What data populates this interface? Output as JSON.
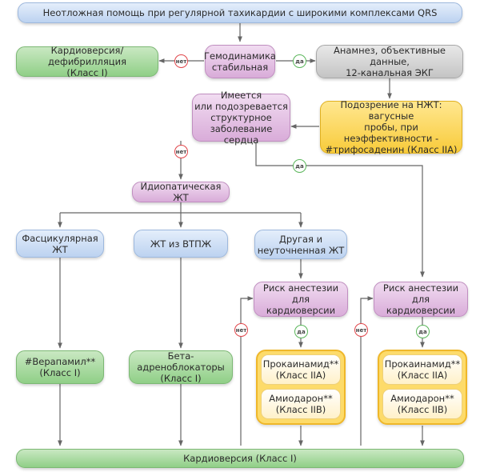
{
  "nodes": {
    "title": "Неотложная помощь при регулярной тахикардии с широкими комплексами QRS",
    "cardioversion_top": "Кардиоверсия/дефибрилляция\n(Класс I)",
    "hemodynamics": "Гемодинамика\nстабильная",
    "anamnesis": "Анамнез, объективные данные,\n12-канальная ЭКГ",
    "heart_disease": "Имеется\nили подозревается\nструктурное\nзаболевание сердца",
    "svt_suspicion": "Подозрение на НЖТ: вагусные\nпробы, при неэффективности -\n#трифосаденин (Класс IIA)",
    "idiopathic_vt": "Идиопатическая ЖТ",
    "fascicular_vt": "Фасцикулярная ЖТ",
    "rvot_vt": "ЖТ из ВТПЖ",
    "other_vt": "Другая и\nнеуточненная ЖТ",
    "anesthesia_risk_1": "Риск анестезии для\nкардиоверсии",
    "anesthesia_risk_2": "Риск анестезии для\nкардиоверсии",
    "verapamil": "#Верапамил**\n(Класс I)",
    "beta_blockers": "Бета-адреноблокаторы\n(Класс I)",
    "procainamide_1": "Прокаинамид**\n(Класс IIA)",
    "amiodarone_1": "Амиодарон**\n(Класс IIB)",
    "procainamide_2": "Прокаинамид**\n(Класс IIA)",
    "amiodarone_2": "Амиодарон**\n(Класс IIB)",
    "cardioversion_bottom": "Кардиоверсия (Класс I)"
  },
  "badges": {
    "no": "нет",
    "yes": "да"
  },
  "colors": {
    "blue": "#c8daf3",
    "green": "#9fd596",
    "purple": "#e2bde2",
    "gray": "#d0d0d0",
    "yellow": "#fbd456",
    "arrow": "#666666",
    "no_ring": "#e0454a",
    "yes_ring": "#5ab65a"
  }
}
